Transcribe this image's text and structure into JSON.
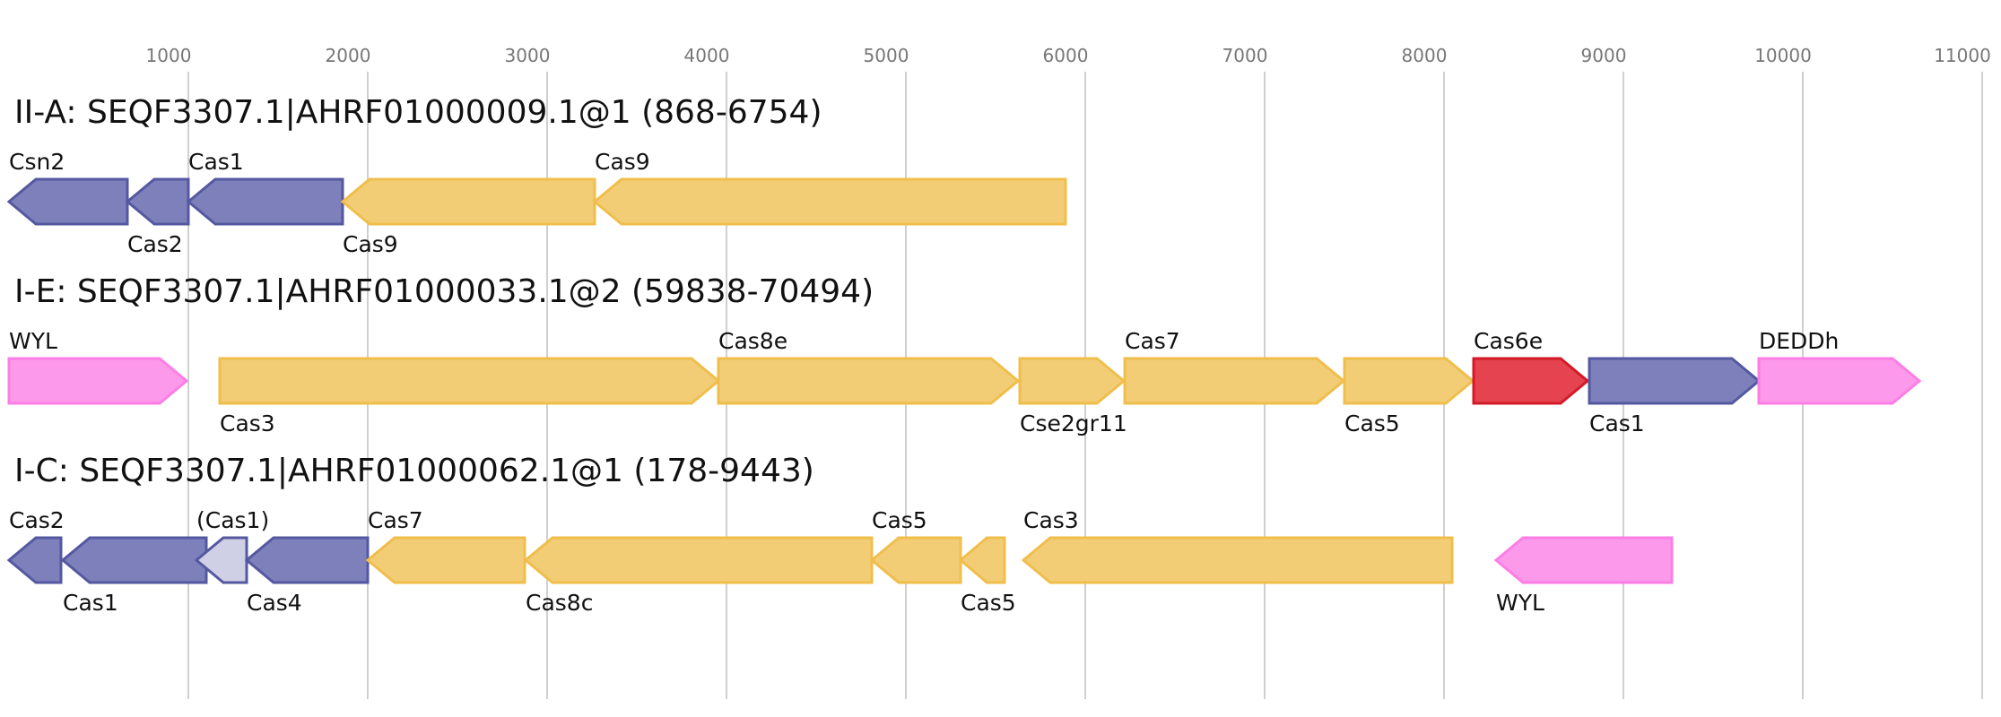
{
  "axis": {
    "ticks": [
      "1000",
      "2000",
      "3000",
      "4000",
      "5000",
      "6000",
      "7000",
      "8000",
      "9000",
      "10000",
      "11000"
    ]
  },
  "colors": {
    "blue": {
      "fill": "#7d80ba",
      "stroke": "#5458a0"
    },
    "blue_light": {
      "fill": "#cfd0e6",
      "stroke": "#5458a0"
    },
    "yellow": {
      "fill": "#f2cd76",
      "stroke": "#efbe4b"
    },
    "red": {
      "fill": "#e4434f",
      "stroke": "#d41927"
    },
    "pink": {
      "fill": "#fc99ea",
      "stroke": "#fc7ee5"
    }
  },
  "loci": [
    {
      "title": "II-A: SEQF3307.1|AHRF01000009.1@1 (868-6754)",
      "genes": [
        {
          "label": "Csn2",
          "color": "blue",
          "label_pos": "above"
        },
        {
          "label": "Cas2",
          "color": "blue",
          "label_pos": "below"
        },
        {
          "label": "Cas1",
          "color": "blue",
          "label_pos": "above"
        },
        {
          "label": "Cas9",
          "color": "yellow",
          "label_pos": "below"
        },
        {
          "label": "Cas9",
          "color": "yellow",
          "label_pos": "above"
        }
      ]
    },
    {
      "title": "I-E: SEQF3307.1|AHRF01000033.1@2 (59838-70494)",
      "genes": [
        {
          "label": "WYL",
          "color": "pink",
          "label_pos": "above"
        },
        {
          "label": "Cas3",
          "color": "yellow",
          "label_pos": "below"
        },
        {
          "label": "Cas8e",
          "color": "yellow",
          "label_pos": "above"
        },
        {
          "label": "Cse2gr11",
          "color": "yellow",
          "label_pos": "below"
        },
        {
          "label": "Cas7",
          "color": "yellow",
          "label_pos": "above"
        },
        {
          "label": "Cas5",
          "color": "yellow",
          "label_pos": "below"
        },
        {
          "label": "Cas6e",
          "color": "red",
          "label_pos": "above"
        },
        {
          "label": "Cas1",
          "color": "blue",
          "label_pos": "below"
        },
        {
          "label": "DEDDh",
          "color": "pink",
          "label_pos": "above"
        }
      ]
    },
    {
      "title": "I-C: SEQF3307.1|AHRF01000062.1@1 (178-9443)",
      "genes": [
        {
          "label": "Cas2",
          "color": "blue",
          "label_pos": "above"
        },
        {
          "label": "Cas1",
          "color": "blue",
          "label_pos": "below"
        },
        {
          "label": "(Cas1)",
          "color": "blue_light",
          "label_pos": "above"
        },
        {
          "label": "Cas4",
          "color": "blue",
          "label_pos": "below"
        },
        {
          "label": "Cas7",
          "color": "yellow",
          "label_pos": "above"
        },
        {
          "label": "Cas8c",
          "color": "yellow",
          "label_pos": "below"
        },
        {
          "label": "Cas5",
          "color": "yellow",
          "label_pos": "above"
        },
        {
          "label": "Cas5",
          "color": "yellow",
          "label_pos": "below"
        },
        {
          "label": "Cas3",
          "color": "yellow",
          "label_pos": "above"
        },
        {
          "label": "WYL",
          "color": "pink",
          "label_pos": "below"
        }
      ]
    }
  ]
}
